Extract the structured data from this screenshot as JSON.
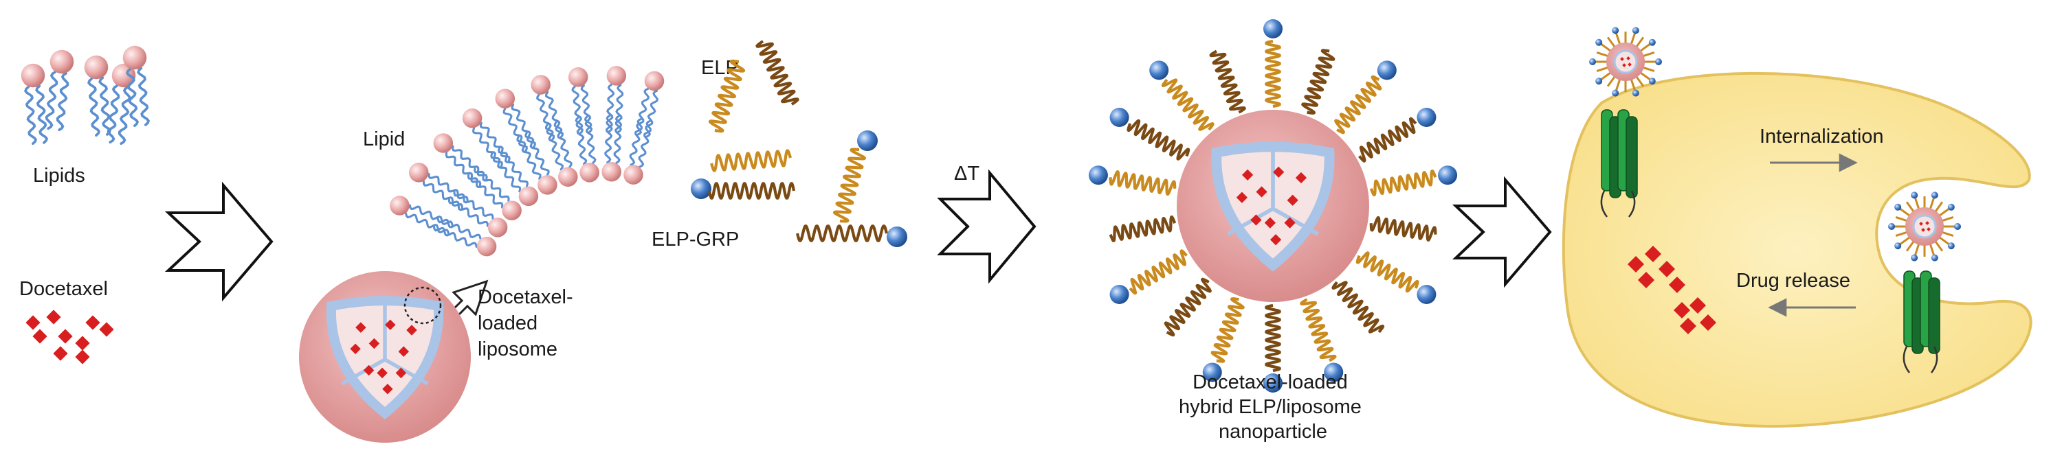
{
  "labels": {
    "lipids": "Lipids",
    "docetaxel": "Docetaxel",
    "lipid": "Lipid",
    "docetaxel_loaded_liposome": [
      "Docetaxel-",
      "loaded",
      "liposome"
    ],
    "elp": "ELP",
    "elp_grp": "ELP-GRP",
    "delta_t": "ΔT",
    "hybrid_nanoparticle": [
      "Docetaxel-loaded",
      "hybrid ELP/liposome",
      "nanoparticle"
    ],
    "internalization": "Internalization",
    "drug_release": "Drug release"
  },
  "colors": {
    "lipid_head": "#e9a9a9",
    "lipid_tail": "#5c8fd0",
    "drug": "#d81e1e",
    "liposome_body": "#e49f9f",
    "liposome_membrane": "#a9c4e6",
    "liposome_core": "#f6e4e4",
    "elp_coil": "#c98a1e",
    "elp_coil_dark": "#7a4a14",
    "grp_sphere": "#4a82cc",
    "cell": "#fbe9a6",
    "cell_edge": "#e6c568",
    "receptor": "#1f8a3a",
    "arrow_outline": "#111111"
  },
  "icons": [
    "lipid-molecule-icon",
    "drug-cube-icon",
    "process-arrow-icon",
    "elp-coil-icon",
    "grp-sphere-icon",
    "receptor-icon"
  ]
}
